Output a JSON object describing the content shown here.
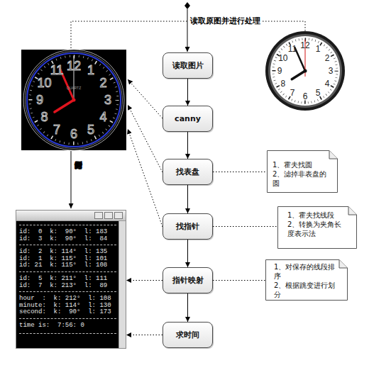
{
  "diagram": {
    "nodes": [
      {
        "text": [
          "读取图片"
        ]
      },
      {
        "text": [
          "canny"
        ]
      },
      {
        "text": [
          "找表盘"
        ]
      },
      {
        "text": [
          "找指针"
        ]
      },
      {
        "text": [
          "指针映射"
        ]
      },
      {
        "text": [
          "求时间"
        ]
      },
      {
        "text": [
          "1、霍夫找圆",
          "2、滤掉非表盘的圆"
        ]
      },
      {
        "text": [
          "1、霍夫找线段",
          "2、转换为夹角长度表示法"
        ]
      },
      {
        "text": [
          "1、对保存的线段排序",
          "2、根据跳变进行划分"
        ]
      },
      {
        "text": [
          "id:  0  k:  90°  l: 183",
          "id:  3  k:  90°  l:  84",
          "id:  2  k: 114°  l: 135",
          "id:  1  k: 115°  l: 101",
          "id: 21  k: 115°  l: 108",
          "id:  5  k: 211°  l: 111",
          "id:  7  k: 213°  l:  89",
          "hour  :  k: 212°  l: 108",
          "minute:  k: 114°  l: 130",
          "second:  k:  90°  l: 173",
          "time is:  7:56: 0"
        ]
      }
    ],
    "edges": [
      {
        "from": 0,
        "to": 1,
        "arrow": "to"
      },
      {
        "from": 1,
        "to": 2,
        "arrow": "to"
      },
      {
        "from": 2,
        "to": 3,
        "arrow": "to"
      },
      {
        "from": 3,
        "to": 4,
        "arrow": "to"
      },
      {
        "from": 4,
        "to": 5,
        "arrow": "to"
      },
      {
        "from": 2,
        "to": 6,
        "arrow": "none"
      },
      {
        "from": 3,
        "to": 7,
        "arrow": "none"
      },
      {
        "from": 4,
        "to": 8,
        "arrow": "none"
      },
      {
        "from": 4,
        "to": 9,
        "arrow": "to"
      },
      {
        "from": 5,
        "to": 9,
        "arrow": "to"
      }
    ],
    "labels": [
      "读取原图并进行处理",
      "分别进行计算时间",
      "12",
      "1",
      "2",
      "3",
      "4",
      "5",
      "6",
      "7",
      "8",
      "9",
      "10",
      "11",
      "12",
      "1",
      "2",
      "3",
      "4",
      "5",
      "6",
      "7",
      "8",
      "9",
      "10",
      "11",
      "QUARTZ"
    ]
  }
}
